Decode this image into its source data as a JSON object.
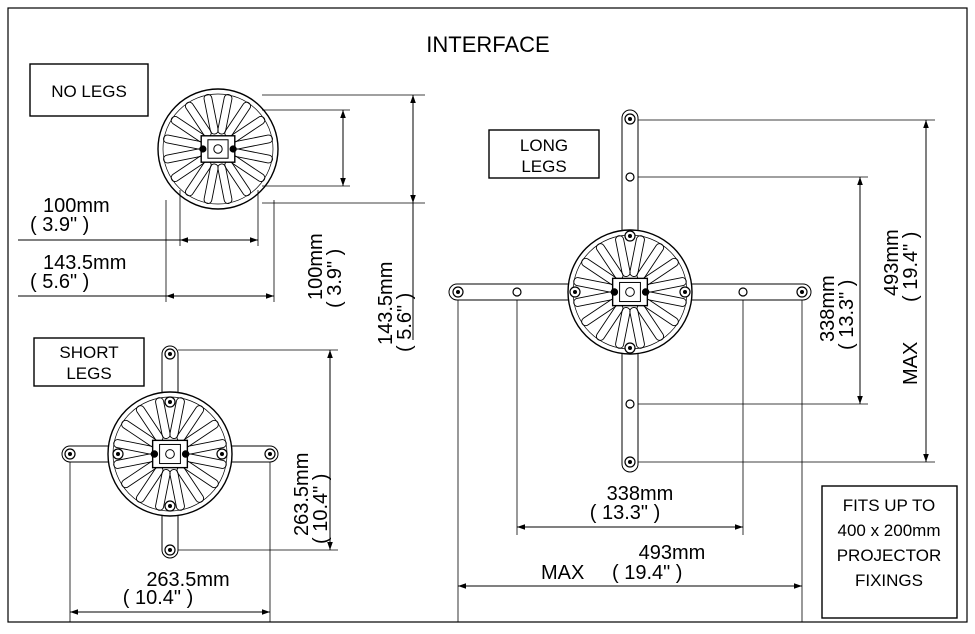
{
  "title": "INTERFACE",
  "no_legs": {
    "label": "NO LEGS",
    "dim_h_inner_mm": "100mm",
    "dim_h_inner_in": "( 3.9\" )",
    "dim_h_outer_mm": "143.5mm",
    "dim_h_outer_in": "( 5.6\" )",
    "dim_v_inner_mm": "100mm",
    "dim_v_inner_in": "( 3.9\" )",
    "dim_v_outer_mm": "143.5mm",
    "dim_v_outer_in": "( 5.6\" )"
  },
  "short_legs": {
    "label_line1": "SHORT",
    "label_line2": "LEGS",
    "dim_v_mm": "263.5mm",
    "dim_v_in": "( 10.4\" )",
    "dim_h_mm": "263.5mm",
    "dim_h_in": "( 10.4\" )"
  },
  "long_legs": {
    "label_line1": "LONG",
    "label_line2": "LEGS",
    "dim_v_inner_mm": "338mm",
    "dim_v_inner_in": "( 13.3\" )",
    "dim_v_outer_mm": "493mm",
    "dim_v_outer_in": "( 19.4\" )",
    "dim_v_outer_prefix": "MAX",
    "dim_h_inner_mm": "338mm",
    "dim_h_inner_in": "( 13.3\" )",
    "dim_h_outer_mm": "493mm",
    "dim_h_outer_prefix": "MAX",
    "dim_h_outer_in": "( 19.4\" )"
  },
  "fits_note": {
    "line1": "FITS UP TO",
    "line2": "400 x 200mm",
    "line3": "PROJECTOR",
    "line4": "FIXINGS"
  }
}
